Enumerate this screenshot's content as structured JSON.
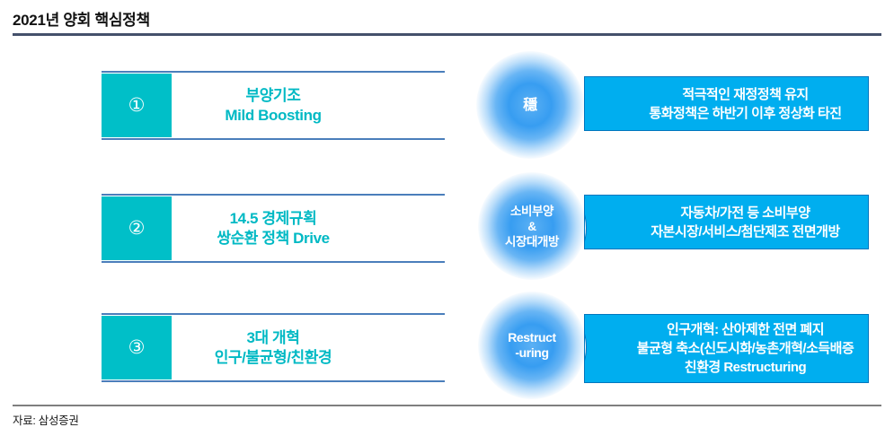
{
  "title": "2021년 양회 핵심정책",
  "source": "자료: 삼성증권",
  "colors": {
    "teal": "#00bfc8",
    "teal_text": "#00b9c4",
    "box_border_blue": "#4a7ebb",
    "banner_cyan": "#00aeef",
    "banner_border": "#0076be",
    "glow_blue": "#379df1",
    "title_rule": "#44506b"
  },
  "rows": [
    {
      "number": "①",
      "box": {
        "line1": "부양기조",
        "line2": "Mild Boosting"
      },
      "circle_lines": [
        "穩"
      ],
      "banner_lines": [
        "적극적인 재정정책 유지",
        "통화정책은 하반기 이후 정상화 타진"
      ]
    },
    {
      "number": "②",
      "box": {
        "line1": "14.5 경제규획",
        "line2": "쌍순환 정책 Drive"
      },
      "circle_lines": [
        "소비부양",
        "&",
        "시장대개방"
      ],
      "banner_lines": [
        "자동차/가전 등 소비부양",
        "자본시장/서비스/첨단제조 전면개방"
      ]
    },
    {
      "number": "③",
      "box": {
        "line1": "3대 개혁",
        "line2": "인구/불균형/친환경"
      },
      "circle_lines": [
        "Restruct",
        "-uring"
      ],
      "banner_lines": [
        "인구개혁: 산아제한 전면 폐지",
        "불균형 축소(신도시화/농촌개혁/소득배증",
        "친환경 Restructuring"
      ]
    }
  ]
}
